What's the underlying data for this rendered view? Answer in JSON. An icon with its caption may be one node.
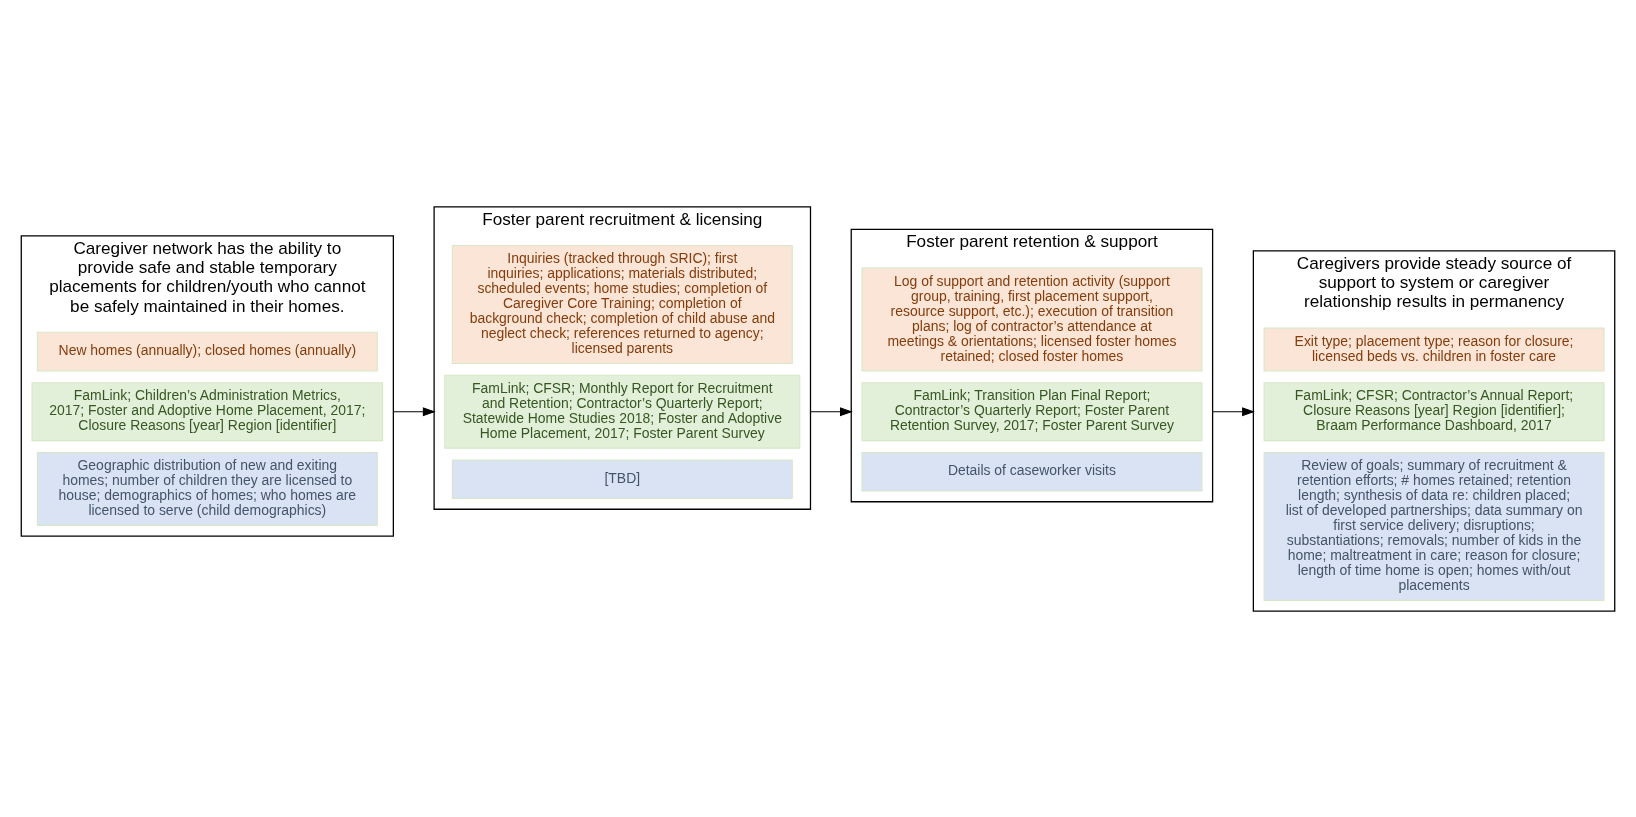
{
  "diagram": {
    "nodes": [
      {
        "text": [
          "Caregiver network has the ability to provide safe and stable temporary placements for children/youth who cannot be safely maintained in their homes."
        ]
      },
      {
        "text": [
          "New homes (annually); closed homes (annually)"
        ],
        "in": 0
      },
      {
        "text": [
          "FamLink; Children’s Administration Metrics, 2017; Foster and Adoptive Home Placement, 2017; Closure Reasons [year] Region [identifier]"
        ],
        "in": 0
      },
      {
        "text": [
          "Geographic distribution of new and exiting homes; number of children they are licensed to house; demographics of homes; who homes are licensed to serve (child demographics)"
        ],
        "in": 0
      },
      {
        "text": [
          "Foster parent recruitment & licensing"
        ]
      },
      {
        "text": [
          "Inquiries (tracked through SRIC); first inquiries; applications; materials distributed; scheduled events; home studies; completion of Caregiver Core Training; completion of background check; completion of child abuse and neglect check; references returned to agency; licensed parents"
        ],
        "in": 4
      },
      {
        "text": [
          "FamLink; CFSR; Monthly Report for Recruitment and Retention; Contractor’s Quarterly Report; Statewide Home Studies 2018; Foster and Adoptive Home Placement, 2017; Foster Parent Survey"
        ],
        "in": 4
      },
      {
        "text": [
          "[TBD]"
        ],
        "in": 4
      },
      {
        "text": [
          "Foster parent retention & support"
        ]
      },
      {
        "text": [
          "Log of support and retention activity (support group, training, first placement support, resource support, etc.); execution of transition plans; log of contractor’s attendance at meetings & orientations; licensed foster homes retained; closed foster homes"
        ],
        "in": 8
      },
      {
        "text": [
          "FamLink; Transition Plan Final Report; Contractor’s Quarterly Report; Foster Parent Retention Survey, 2017; Foster Parent Survey"
        ],
        "in": 8
      },
      {
        "text": [
          "Details of caseworker visits"
        ],
        "in": 8
      },
      {
        "text": [
          "Caregivers provide steady source of support to system or caregiver relationship results in permanency"
        ]
      },
      {
        "text": [
          "Exit type; placement type; reason for closure; licensed beds vs. children in foster care"
        ],
        "in": 12
      },
      {
        "text": [
          "FamLink; CFSR; Contractor’s Annual Report; Closure Reasons [year] Region [identifier]; Braam Performance Dashboard, 2017"
        ],
        "in": 12
      },
      {
        "text": [
          "Review of goals; summary of recruitment & retention efforts; # homes retained; retention length; synthesis of data re: children placed; list of developed partnerships; data summary on first service delivery; disruptions; substantiations; removals; number of kids in the home; maltreatment in care; reason for closure; length of time home is open; homes with/out placements"
        ],
        "in": 12
      }
    ],
    "edges": [
      {
        "from": 0,
        "to": 4,
        "arrow": "to"
      },
      {
        "from": 4,
        "to": 8,
        "arrow": "to"
      },
      {
        "from": 8,
        "to": 12,
        "arrow": "to"
      }
    ]
  }
}
